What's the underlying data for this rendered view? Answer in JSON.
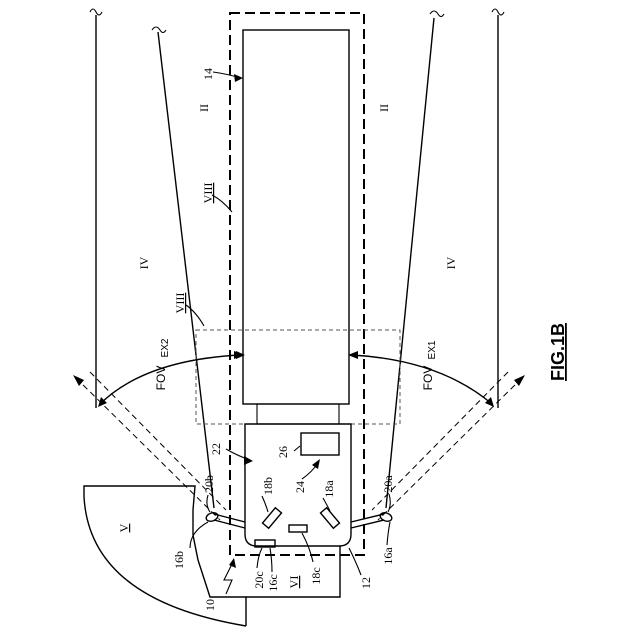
{
  "figure_label": "FIG.1B",
  "reference_numerals": {
    "vehicle": "10",
    "trailer_front": "12",
    "trailer": "14",
    "mirror_a": "16a",
    "mirror_b": "16b",
    "mirror_c": "16c",
    "camera_a": "18a",
    "camera_b": "18b",
    "camera_c": "18c",
    "arm_a": "20a",
    "arm_b": "20b",
    "arm_c": "20c",
    "cab": "22",
    "controller": "24",
    "display": "26"
  },
  "regions": {
    "ii_right": "II",
    "ii_left": "II",
    "iv_right": "IV",
    "iv_left": "IV",
    "v": "V",
    "vi": "VI",
    "viii_upper": "VIII",
    "viii_lower": "VIII"
  },
  "fov_labels": {
    "fov1_main": "FOV",
    "fov1_sub": "EX1",
    "fov2_main": "FOV",
    "fov2_sub": "EX2"
  }
}
